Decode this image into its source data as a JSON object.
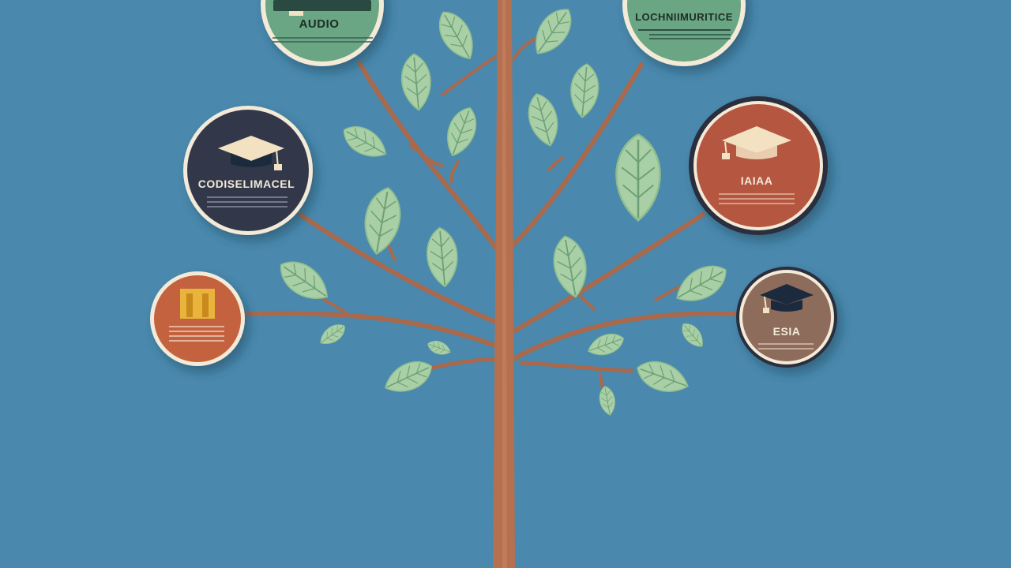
{
  "colors": {
    "background": "#4a88ad",
    "trunk": "#b5704f",
    "branch": "#a9694c",
    "leaf": "#a8cfa6",
    "leaf_vein": "#6f9f75",
    "leaf_edge": "#8dbd8e",
    "badge_green": "#6aa584",
    "badge_navy": "#33394a",
    "badge_orange": "#c4623f",
    "badge_rust": "#b5573f",
    "badge_brown": "#8e6c5c",
    "badge_ring": "#f3ead8",
    "cap_light": "#f2e2c2",
    "cap_dark": "#1f2a3c"
  },
  "badges": [
    {
      "id": "top-left",
      "label": "AUDIO",
      "color_key": "badge_green",
      "icon": "graduation-cap-icon"
    },
    {
      "id": "top-right",
      "label": "LOCHNIIMURITICE",
      "color_key": "badge_green",
      "icon": "none"
    },
    {
      "id": "mid-left",
      "label": "CODISELIMACEL",
      "color_key": "badge_navy",
      "icon": "graduation-cap-icon"
    },
    {
      "id": "mid-right",
      "label": "IAIAA",
      "color_key": "badge_rust",
      "icon": "graduation-cap-icon"
    },
    {
      "id": "low-left",
      "label": "",
      "color_key": "badge_orange",
      "icon": "document-icon"
    },
    {
      "id": "low-right",
      "label": "ESIA",
      "color_key": "badge_brown",
      "icon": "graduation-cap-icon"
    }
  ]
}
